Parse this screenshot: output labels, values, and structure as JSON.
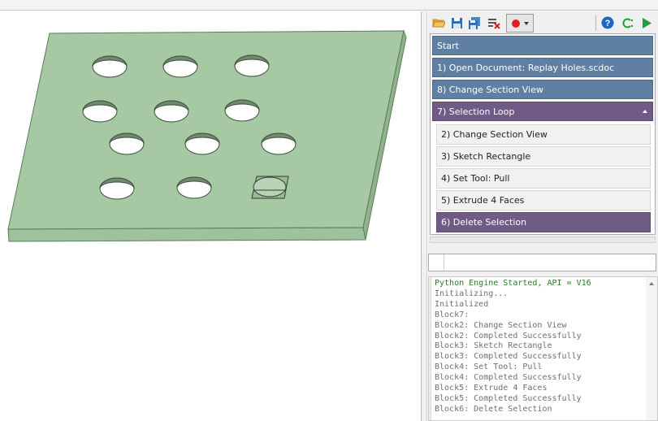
{
  "toolbar": {
    "icons": [
      "open-folder-icon",
      "save-icon",
      "save-as-icon",
      "clear-list-icon",
      "record-icon",
      "help-icon",
      "refresh-icon",
      "run-icon"
    ],
    "accent_colors": {
      "blue_step": "#5f7fa3",
      "purple_step": "#6f5b85",
      "record": "#e02020",
      "run": "#1e9e3a"
    }
  },
  "steps": {
    "start": "Start",
    "open_document": "1) Open Document: Replay Holes.scdoc",
    "change_section_view_8": "8) Change Section View",
    "selection_loop": "7) Selection Loop",
    "sub_items": [
      "2) Change Section View",
      "3) Sketch Rectangle",
      "4) Set Tool: Pull",
      "5) Extrude 4 Faces",
      "6) Delete Selection"
    ]
  },
  "console": {
    "lines": [
      "Python Engine Started, API = V16",
      "Initializing...",
      "Initialized",
      "Block7:",
      "Block2: Change Section View",
      "Block2: Completed Successfully",
      "Block3: Sketch Rectangle",
      "Block3: Completed Successfully",
      "Block4: Set Tool: Pull",
      "Block4: Completed Successfully",
      "Block5: Extrude 4 Faces",
      "Block5: Completed Successfully",
      "Block6: Delete Selection"
    ]
  }
}
